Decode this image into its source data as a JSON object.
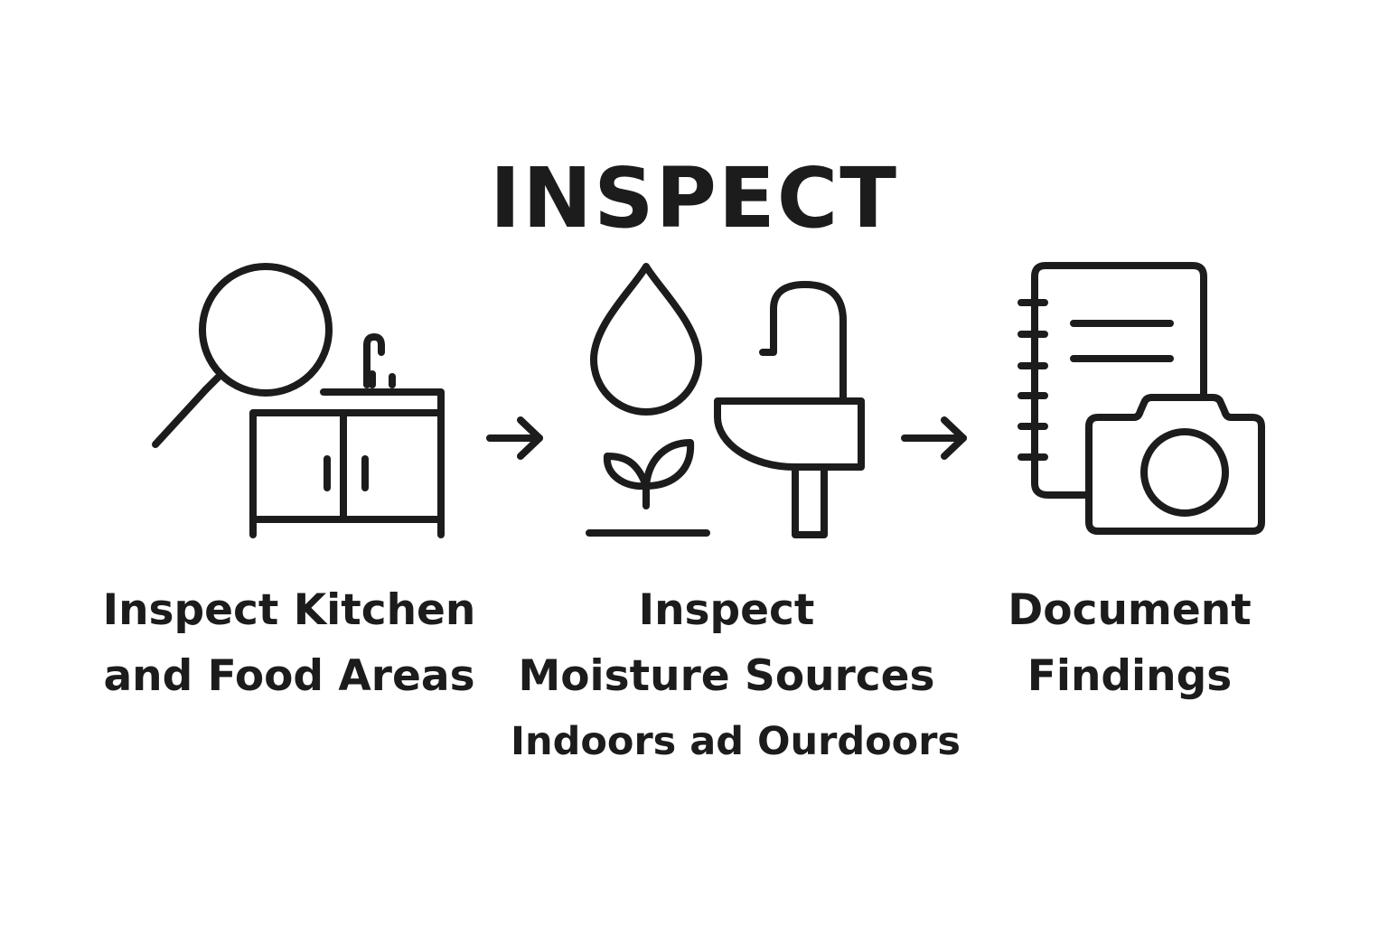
{
  "title": "INSPECT",
  "steps": [
    {
      "icons": [
        "magnifying-glass-icon",
        "kitchen-sink-cabinet-icon"
      ],
      "label_lines": [
        "Inspect Kitchen",
        "and Food Areas"
      ]
    },
    {
      "icons": [
        "water-drop-icon",
        "plant-sprout-icon",
        "bathroom-sink-icon"
      ],
      "label_lines": [
        "Inspect",
        "Moisture Sources",
        "Indoors ad Ourdoors"
      ]
    },
    {
      "icons": [
        "notebook-icon",
        "camera-icon"
      ],
      "label_lines": [
        "Document",
        "Findings"
      ]
    }
  ],
  "connectors": [
    "arrow-right-icon",
    "arrow-right-icon"
  ],
  "colors": {
    "ink": "#1c1c1c",
    "background": "#ffffff"
  }
}
